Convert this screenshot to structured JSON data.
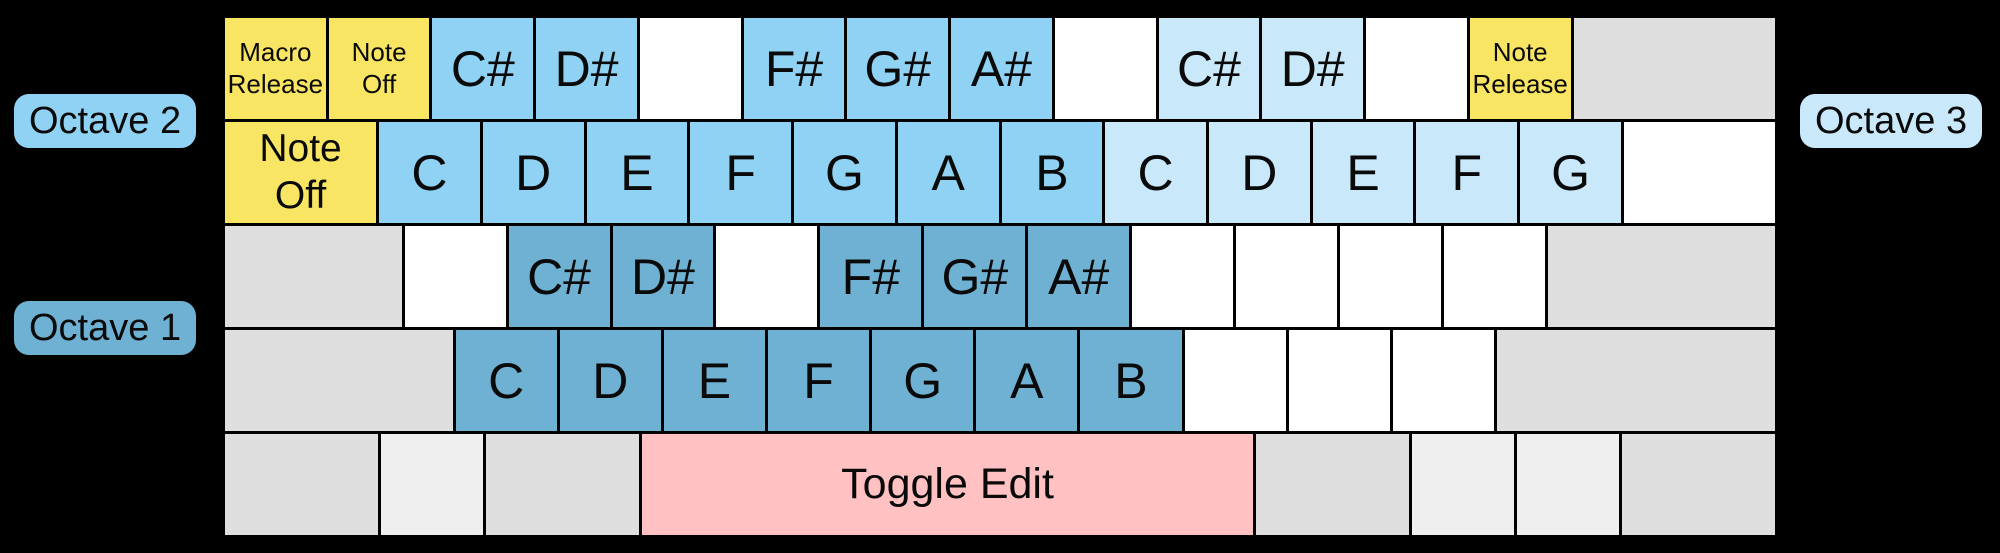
{
  "colors": {
    "background": "#000000",
    "border": "#000000",
    "text": "#0A0A0A",
    "function": "#F8E564",
    "oct1": "#6FB1D2",
    "oct2": "#8FD2F3",
    "oct3": "#C9E9FB",
    "blank": "#FFFFFF",
    "mod": "#DEDEDE",
    "modlight": "#EFEFEF",
    "space": "#FFC1C1"
  },
  "octave_labels": {
    "octave1": {
      "text": "Octave 1",
      "color_key": "oct1"
    },
    "octave2": {
      "text": "Octave 2",
      "color_key": "oct2"
    },
    "octave3": {
      "text": "Octave 3",
      "color_key": "oct3"
    }
  },
  "keyboard": {
    "rows": [
      {
        "name": "keyboard-row-1",
        "keys": [
          {
            "text": "Macro\nRelease",
            "type": "function",
            "w": 1,
            "size": "sm"
          },
          {
            "text": "Note\nOff",
            "type": "function",
            "w": 1,
            "size": "sm"
          },
          {
            "text": "C#",
            "type": "oct2",
            "w": 1,
            "size": "lg"
          },
          {
            "text": "D#",
            "type": "oct2",
            "w": 1,
            "size": "lg"
          },
          {
            "text": "",
            "type": "blank",
            "w": 1
          },
          {
            "text": "F#",
            "type": "oct2",
            "w": 1,
            "size": "lg"
          },
          {
            "text": "G#",
            "type": "oct2",
            "w": 1,
            "size": "lg"
          },
          {
            "text": "A#",
            "type": "oct2",
            "w": 1,
            "size": "lg"
          },
          {
            "text": "",
            "type": "blank",
            "w": 1
          },
          {
            "text": "C#",
            "type": "oct3",
            "w": 1,
            "size": "lg"
          },
          {
            "text": "D#",
            "type": "oct3",
            "w": 1,
            "size": "lg"
          },
          {
            "text": "",
            "type": "blank",
            "w": 1
          },
          {
            "text": "Note\nRelease",
            "type": "function",
            "w": 1,
            "size": "sm"
          },
          {
            "text": "",
            "type": "mod",
            "w": 2
          }
        ]
      },
      {
        "name": "keyboard-row-2",
        "keys": [
          {
            "text": "Note\nOff",
            "type": "function",
            "w": 1.5,
            "size": "md"
          },
          {
            "text": "C",
            "type": "oct2",
            "w": 1,
            "size": "lg"
          },
          {
            "text": "D",
            "type": "oct2",
            "w": 1,
            "size": "lg"
          },
          {
            "text": "E",
            "type": "oct2",
            "w": 1,
            "size": "lg"
          },
          {
            "text": "F",
            "type": "oct2",
            "w": 1,
            "size": "lg"
          },
          {
            "text": "G",
            "type": "oct2",
            "w": 1,
            "size": "lg"
          },
          {
            "text": "A",
            "type": "oct2",
            "w": 1,
            "size": "lg"
          },
          {
            "text": "B",
            "type": "oct2",
            "w": 1,
            "size": "lg"
          },
          {
            "text": "C",
            "type": "oct3",
            "w": 1,
            "size": "lg"
          },
          {
            "text": "D",
            "type": "oct3",
            "w": 1,
            "size": "lg"
          },
          {
            "text": "E",
            "type": "oct3",
            "w": 1,
            "size": "lg"
          },
          {
            "text": "F",
            "type": "oct3",
            "w": 1,
            "size": "lg"
          },
          {
            "text": "G",
            "type": "oct3",
            "w": 1,
            "size": "lg"
          },
          {
            "text": "",
            "type": "blank",
            "w": 1.5
          }
        ]
      },
      {
        "name": "keyboard-row-3",
        "keys": [
          {
            "text": "",
            "type": "mod",
            "w": 1.75
          },
          {
            "text": "",
            "type": "blank",
            "w": 1
          },
          {
            "text": "C#",
            "type": "oct1",
            "w": 1,
            "size": "lg"
          },
          {
            "text": "D#",
            "type": "oct1",
            "w": 1,
            "size": "lg"
          },
          {
            "text": "",
            "type": "blank",
            "w": 1
          },
          {
            "text": "F#",
            "type": "oct1",
            "w": 1,
            "size": "lg"
          },
          {
            "text": "G#",
            "type": "oct1",
            "w": 1,
            "size": "lg"
          },
          {
            "text": "A#",
            "type": "oct1",
            "w": 1,
            "size": "lg"
          },
          {
            "text": "",
            "type": "blank",
            "w": 1
          },
          {
            "text": "",
            "type": "blank",
            "w": 1
          },
          {
            "text": "",
            "type": "blank",
            "w": 1
          },
          {
            "text": "",
            "type": "blank",
            "w": 1
          },
          {
            "text": "",
            "type": "mod",
            "w": 2.25
          }
        ]
      },
      {
        "name": "keyboard-row-4",
        "keys": [
          {
            "text": "",
            "type": "mod",
            "w": 2.25
          },
          {
            "text": "C",
            "type": "oct1",
            "w": 1,
            "size": "lg"
          },
          {
            "text": "D",
            "type": "oct1",
            "w": 1,
            "size": "lg"
          },
          {
            "text": "E",
            "type": "oct1",
            "w": 1,
            "size": "lg"
          },
          {
            "text": "F",
            "type": "oct1",
            "w": 1,
            "size": "lg"
          },
          {
            "text": "G",
            "type": "oct1",
            "w": 1,
            "size": "lg"
          },
          {
            "text": "A",
            "type": "oct1",
            "w": 1,
            "size": "lg"
          },
          {
            "text": "B",
            "type": "oct1",
            "w": 1,
            "size": "lg"
          },
          {
            "text": "",
            "type": "blank",
            "w": 1
          },
          {
            "text": "",
            "type": "blank",
            "w": 1
          },
          {
            "text": "",
            "type": "blank",
            "w": 1
          },
          {
            "text": "",
            "type": "mod",
            "w": 2.75
          }
        ]
      },
      {
        "name": "keyboard-row-5",
        "keys": [
          {
            "text": "",
            "type": "mod",
            "w": 1.5
          },
          {
            "text": "",
            "type": "modlight",
            "w": 1
          },
          {
            "text": "",
            "type": "mod",
            "w": 1.5
          },
          {
            "text": "Toggle Edit",
            "type": "space",
            "w": 6,
            "size": "xl"
          },
          {
            "text": "",
            "type": "mod",
            "w": 1.5
          },
          {
            "text": "",
            "type": "modlight",
            "w": 1
          },
          {
            "text": "",
            "type": "modlight",
            "w": 1
          },
          {
            "text": "",
            "type": "mod",
            "w": 1.5
          }
        ]
      }
    ]
  }
}
